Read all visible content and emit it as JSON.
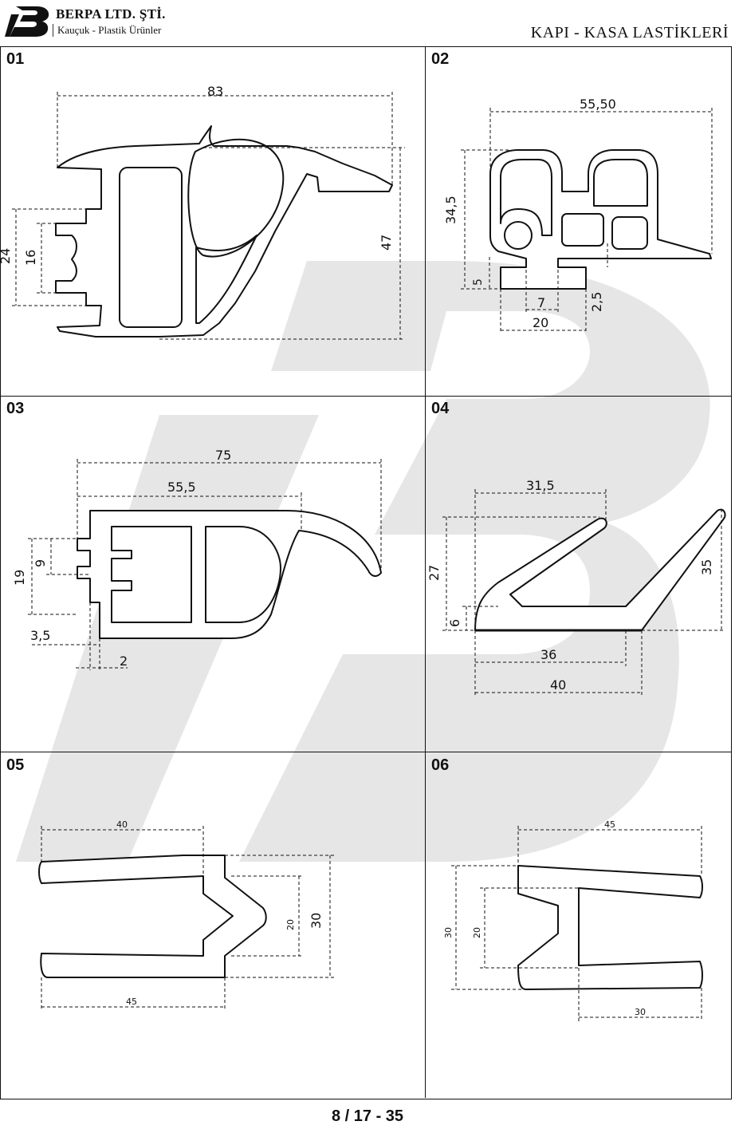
{
  "header": {
    "company_name": "BERPA LTD. ŞTİ.",
    "company_subtitle": "Kauçuk - Plastik Ürünler",
    "page_title": "KAPI - KASA LASTİKLERİ"
  },
  "panels": [
    {
      "id": "01",
      "dimensions": [
        "83",
        "24",
        "16",
        "47"
      ]
    },
    {
      "id": "02",
      "dimensions": [
        "55,50",
        "34,5",
        "5",
        "7",
        "20",
        "2,5"
      ]
    },
    {
      "id": "03",
      "dimensions": [
        "75",
        "55,5",
        "19",
        "9",
        "3,5",
        "2"
      ]
    },
    {
      "id": "04",
      "dimensions": [
        "31,5",
        "27",
        "6",
        "35",
        "36",
        "40"
      ]
    },
    {
      "id": "05",
      "dimensions": [
        "40",
        "20",
        "30",
        "45"
      ]
    },
    {
      "id": "06",
      "dimensions": [
        "45",
        "30",
        "20",
        "30"
      ]
    }
  ],
  "footer": {
    "page_ref": "8 / 17 - 35"
  },
  "colors": {
    "watermark": "#e6e6e6",
    "line": "#111111"
  }
}
